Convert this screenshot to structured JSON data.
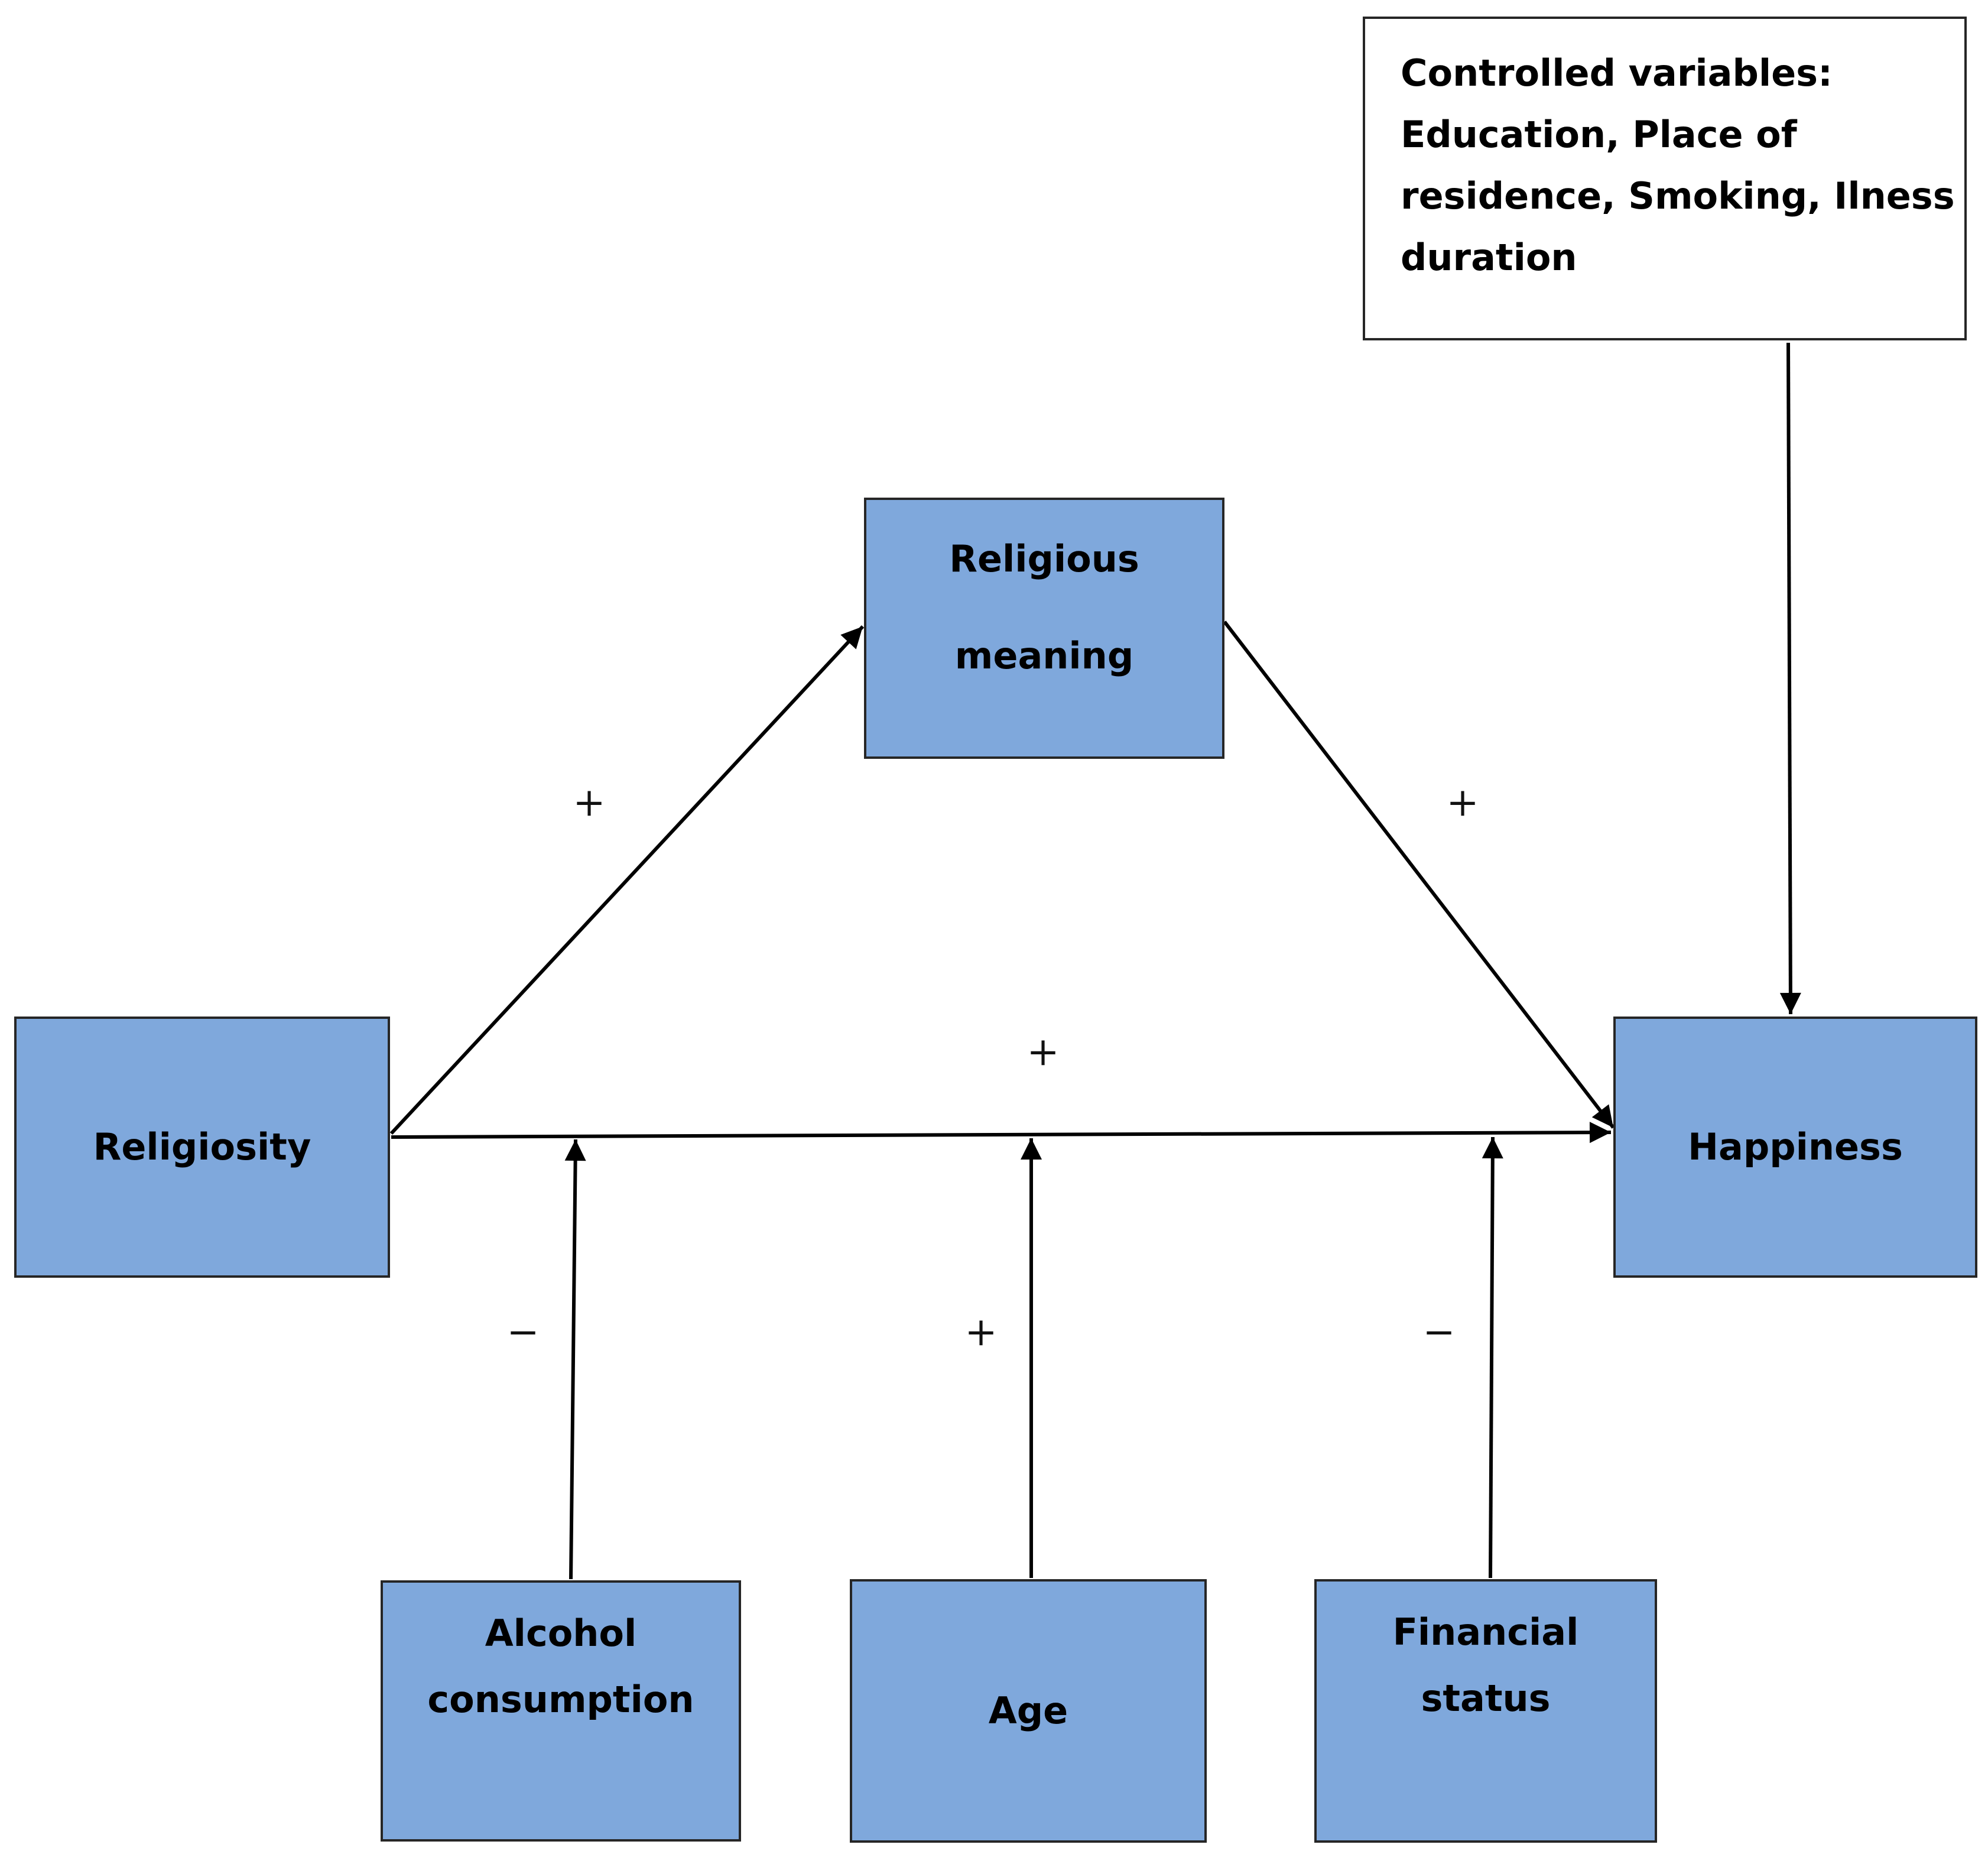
{
  "nodes": {
    "religiosity": {
      "lines": [
        "Religiosity"
      ]
    },
    "religious_meaning": {
      "lines": [
        "Religious",
        "meaning"
      ]
    },
    "happiness": {
      "lines": [
        "Happiness"
      ]
    },
    "alcohol": {
      "lines": [
        "Alcohol",
        "consumption"
      ]
    },
    "age": {
      "lines": [
        "Age"
      ]
    },
    "financial": {
      "lines": [
        "Financial",
        "status"
      ]
    },
    "controlled": {
      "lines": [
        "Controlled variables:",
        "Education,  Place of",
        "residence, Smoking, Ilness",
        "duration"
      ]
    }
  },
  "edges": [
    {
      "from": "religiosity",
      "to": "religious_meaning",
      "sign": "+"
    },
    {
      "from": "religious_meaning",
      "to": "happiness",
      "sign": "+"
    },
    {
      "from": "religiosity",
      "to": "happiness",
      "sign": "+"
    },
    {
      "from": "alcohol",
      "to": "religiosity-happiness-path",
      "sign": "−"
    },
    {
      "from": "age",
      "to": "religiosity-happiness-path",
      "sign": "+"
    },
    {
      "from": "financial",
      "to": "religiosity-happiness-path",
      "sign": "−"
    },
    {
      "from": "controlled",
      "to": "happiness",
      "sign": ""
    }
  ],
  "colors": {
    "box_fill": "#7fa8dc",
    "box_border": "#262626",
    "arrow": "#000000",
    "background": "#ffffff"
  }
}
